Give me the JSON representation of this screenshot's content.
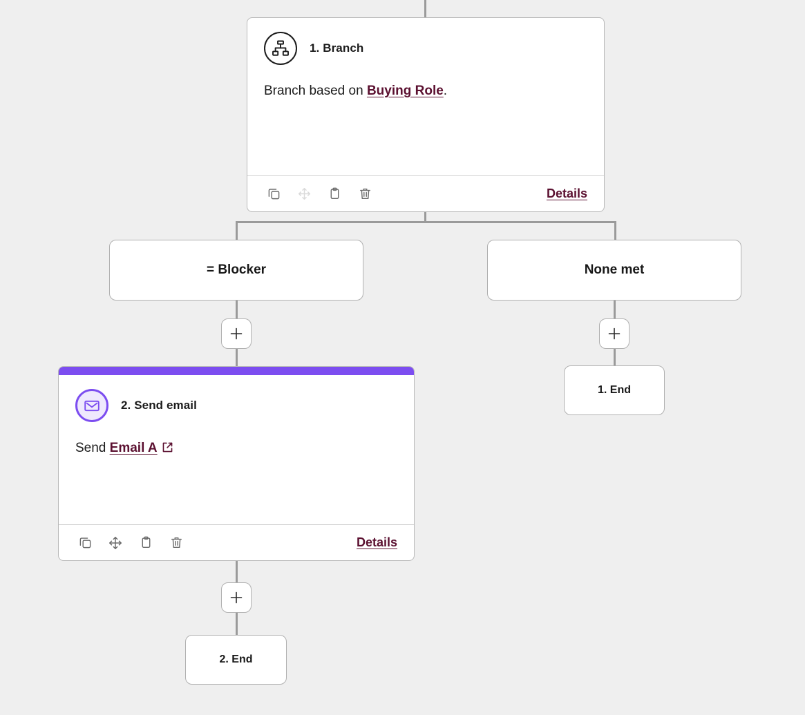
{
  "canvas": {
    "background_color": "#efefef",
    "connector_color": "#9a9a9a"
  },
  "nodes": {
    "branch_step": {
      "title": "1. Branch",
      "icon": "branch-hierarchy-icon",
      "description_prefix": "Branch based on ",
      "description_link": "Buying Role",
      "description_suffix": ".",
      "details_label": "Details",
      "accent_color": "none",
      "actions": [
        {
          "name": "copy-icon",
          "label": "Copy",
          "enabled": true
        },
        {
          "name": "move-icon",
          "label": "Move",
          "enabled": false
        },
        {
          "name": "paste-icon",
          "label": "Paste",
          "enabled": true
        },
        {
          "name": "delete-icon",
          "label": "Delete",
          "enabled": true
        }
      ]
    },
    "email_step": {
      "title": "2. Send email",
      "icon": "envelope-icon",
      "description_prefix": "Send ",
      "description_link": "Email A",
      "description_suffix": "",
      "external_link_icon": "external-link-icon",
      "details_label": "Details",
      "accent_color": "#7c4df0",
      "actions": [
        {
          "name": "copy-icon",
          "label": "Copy",
          "enabled": true
        },
        {
          "name": "move-icon",
          "label": "Move",
          "enabled": true
        },
        {
          "name": "paste-icon",
          "label": "Paste",
          "enabled": true
        },
        {
          "name": "delete-icon",
          "label": "Delete",
          "enabled": true
        }
      ]
    }
  },
  "branches": {
    "left": {
      "label": "= Blocker"
    },
    "right": {
      "label": "None met"
    }
  },
  "end_nodes": {
    "left": {
      "label": "2. End"
    },
    "right": {
      "label": "1. End"
    }
  },
  "add_buttons": {
    "left_upper": {
      "label": "+"
    },
    "left_lower": {
      "label": "+"
    },
    "right": {
      "label": "+"
    }
  },
  "link_color": "#5b1030"
}
